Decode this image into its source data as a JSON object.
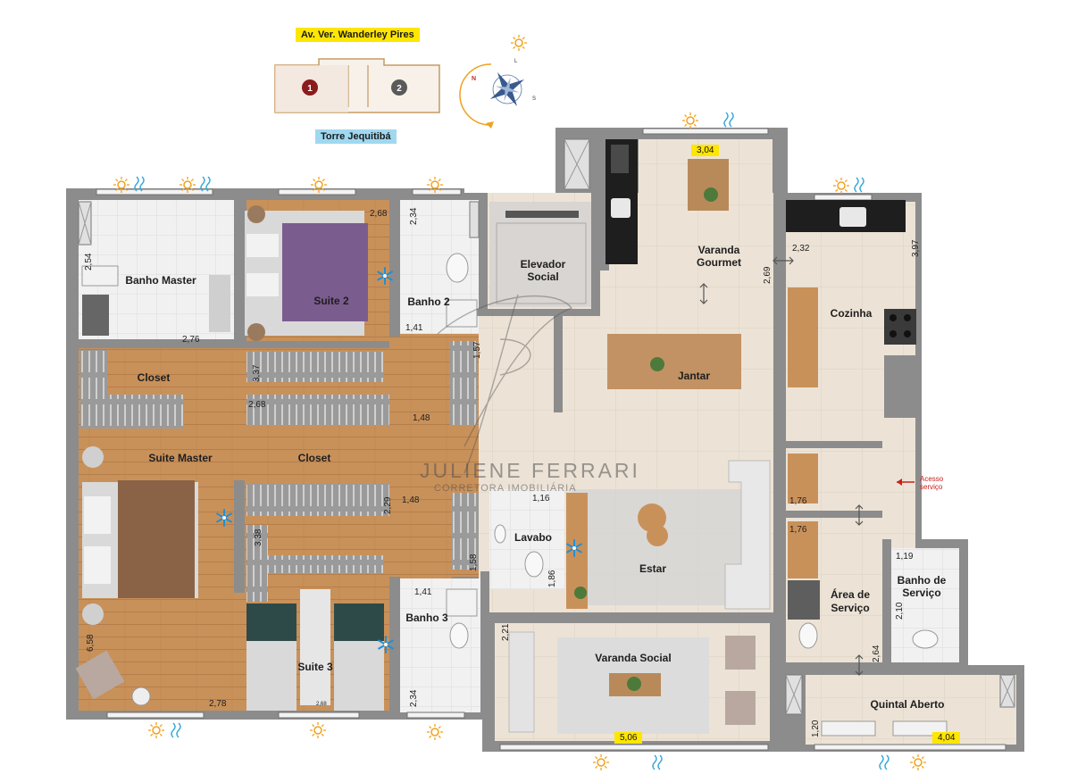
{
  "header": {
    "street_tag": "Av. Ver. Wanderley Pires",
    "tower_tag": "Torre Jequitibá",
    "unit_markers": [
      "1",
      "2"
    ]
  },
  "compass": {
    "letters": [
      "N",
      "L",
      "S"
    ]
  },
  "rooms": {
    "banho_master": "Banho Master",
    "suite_2": "Suite 2",
    "banho_2": "Banho 2",
    "elevador_1": "Elevador",
    "elevador_2": "Social",
    "varanda_gourmet_1": "Varanda",
    "varanda_gourmet_2": "Gourmet",
    "cozinha": "Cozinha",
    "closet_1": "Closet",
    "jantar": "Jantar",
    "suite_master": "Suite Master",
    "closet_2": "Closet",
    "lavabo": "Lavabo",
    "estar": "Estar",
    "area_servico_1": "Área de",
    "area_servico_2": "Serviço",
    "banho_servico_1": "Banho de",
    "banho_servico_2": "Serviço",
    "banho_3": "Banho 3",
    "suite_3": "Suite 3",
    "varanda_social": "Varanda Social",
    "quintal_aberto": "Quintal Aberto"
  },
  "dimensions": {
    "suite2_w": "2,68",
    "banho2_w": "2,34",
    "banho_master_h": "2,54",
    "banho_master_w": "2,76",
    "banho2_gap": "1,41",
    "closet_col": "1,57",
    "closet_suite2": "3,37",
    "closet2_w": "2,68",
    "hall_w1": "1,48",
    "hall_w2": "1,48",
    "closet_h": "2,29",
    "suite3_closet": "3,38",
    "lavabo_w": "1,16",
    "lavabo_h": "1,86",
    "hall_closet": "1,58",
    "banho3_w": "1,41",
    "suite_master_h": "6,58",
    "suite_master_w": "2,78",
    "banho3_h": "2,34",
    "suite3_w": "2,68",
    "varanda_social_h": "2,21",
    "varanda_gourmet_h": "2,69",
    "cozinha_w": "2,32",
    "cozinha_h": "3,97",
    "area_w1": "1,76",
    "area_w2": "1,76",
    "banho_servico_w": "1,19",
    "banho_servico_h": "2,10",
    "area_servico_h": "2,64",
    "quintal_h": "1,20"
  },
  "highlights": {
    "varanda_gourmet_w": "3,04",
    "varanda_social_w": "5,06",
    "quintal_w": "4,04"
  },
  "acesso_servico_1": "Acesso",
  "acesso_servico_2": "serviço",
  "watermark": {
    "brand": "JULIENE FERRARI",
    "subtitle": "CORRETORA IMOBILIÁRIA"
  },
  "colors": {
    "wall": "#8c8c8c",
    "wood_floor": "#c9915a",
    "tile_floor": "#ece3d6",
    "accent_yellow": "#ffe600",
    "accent_cyan": "#9fd8f0",
    "marker_unit_1": "#8b1c1c",
    "marker_unit_2": "#5a5a5a"
  }
}
